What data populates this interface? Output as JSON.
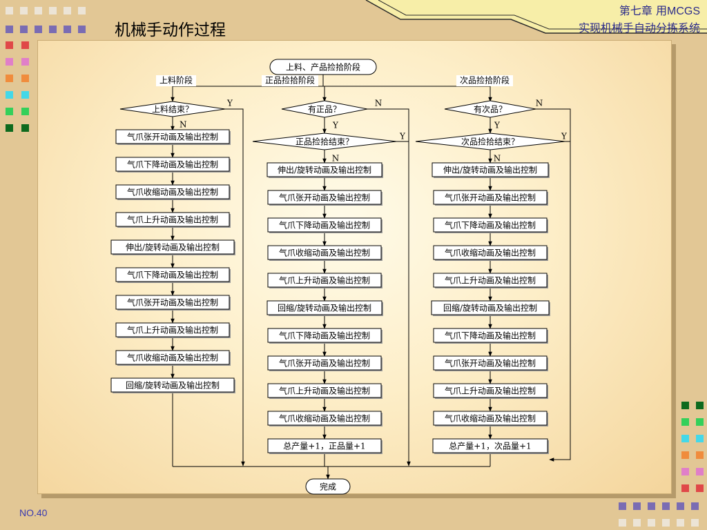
{
  "slide": {
    "title": "机械手动作过程",
    "chapter_line1_prefix": "第七章 用",
    "chapter_line1_brand": "MCGS",
    "chapter_line2": "实现机械手自动分拣系统",
    "page_number": "NO.40",
    "colors": {
      "background": "#e2c795",
      "accent_text": "#2a2a8a",
      "page_number": "#3a3ab0"
    }
  },
  "flowchart": {
    "start": "上料、产品捡拾阶段",
    "end": "完成",
    "yes": "Y",
    "no": "N",
    "columns": [
      {
        "phase": "上料阶段",
        "decisions": [
          "上料结束？"
        ],
        "steps": [
          "气爪张开动画及输出控制",
          "气爪下降动画及输出控制",
          "气爪收缩动画及输出控制",
          "气爪上升动画及输出控制",
          "伸出/旋转动画及输出控制",
          "气爪下降动画及输出控制",
          "气爪张开动画及输出控制",
          "气爪上升动画及输出控制",
          "气爪收缩动画及输出控制",
          "回缩/旋转动画及输出控制"
        ]
      },
      {
        "phase": "正品捡拾阶段",
        "decisions": [
          "有正品？",
          "正品捡拾结束？"
        ],
        "steps": [
          "伸出/旋转动画及输出控制",
          "气爪张开动画及输出控制",
          "气爪下降动画及输出控制",
          "气爪收缩动画及输出控制",
          "气爪上升动画及输出控制",
          "回缩/旋转动画及输出控制",
          "气爪下降动画及输出控制",
          "气爪张开动画及输出控制",
          "气爪上升动画及输出控制",
          "气爪收缩动画及输出控制",
          "总产量+1，正品量+1"
        ]
      },
      {
        "phase": "次品捡拾阶段",
        "decisions": [
          "有次品？",
          "次品捡拾结束？"
        ],
        "steps": [
          "伸出/旋转动画及输出控制",
          "气爪张开动画及输出控制",
          "气爪下降动画及输出控制",
          "气爪收缩动画及输出控制",
          "气爪上升动画及输出控制",
          "回缩/旋转动画及输出控制",
          "气爪下降动画及输出控制",
          "气爪张开动画及输出控制",
          "气爪上升动画及输出控制",
          "气爪收缩动画及输出控制",
          "总产量+1，次品量+1"
        ]
      }
    ]
  }
}
